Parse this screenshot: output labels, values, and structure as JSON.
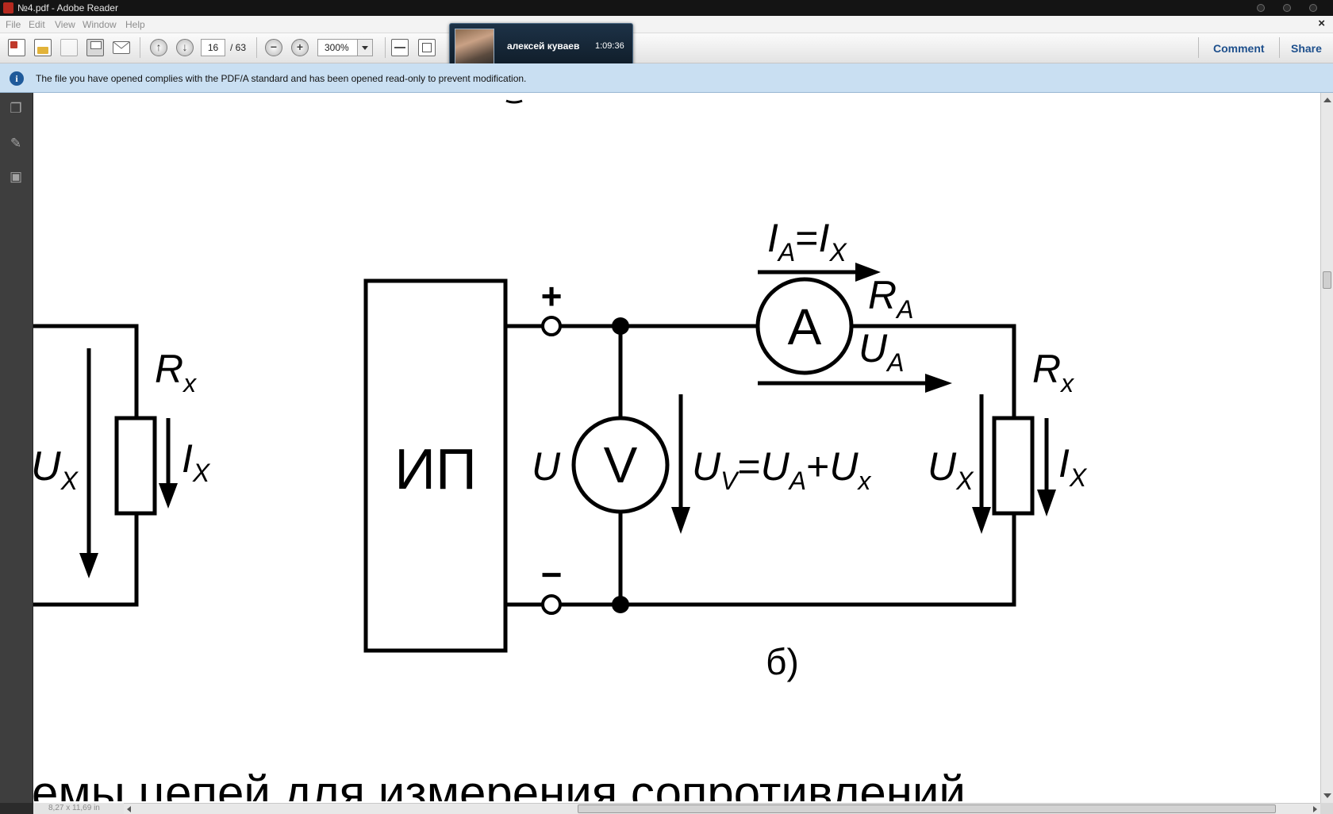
{
  "window": {
    "title": "№4.pdf - Adobe Reader"
  },
  "menu": [
    "File",
    "Edit",
    "View",
    "Window",
    "Help"
  ],
  "close_doc": "×",
  "toolbar": {
    "page_current": "16",
    "page_total": "/ 63",
    "zoom": "300%",
    "comment": "Comment",
    "share": "Share"
  },
  "notification": {
    "name": "алексей куваев",
    "time": "1:09:36"
  },
  "info_bar": {
    "icon": "info-icon",
    "text": "The file you have opened complies with the PDF/A standard and has been opened read-only to prevent modification."
  },
  "document": {
    "left_circuit": {
      "rx": "R",
      "rx_sub": "x",
      "ux": "U",
      "ux_sub": "X",
      "ix": "I",
      "ix_sub": "X"
    },
    "circuit_b": {
      "source": "ИП",
      "plus": "+",
      "minus": "−",
      "voltmeter": "V",
      "ammeter": "A",
      "u": "U",
      "ia": "I",
      "ia_sub": "A",
      "eq": "=",
      "ix": "I",
      "ix_sub": "X",
      "ra": "R",
      "ra_sub": "A",
      "ua": "U",
      "ua_sub": "A",
      "rx": "R",
      "rx_sub": "x",
      "uv": "U",
      "uv_sub": "V",
      "uv_eq": "=",
      "uv_ua": "U",
      "uv_ua_sub": "A",
      "uv_plus": "+",
      "uv_ux": "U",
      "uv_ux_sub": "x",
      "ux": "U",
      "ux_sub": "X",
      "ix2": "I",
      "ix2_sub": "X",
      "caption": "б)"
    },
    "bottom_text": "емы цепей для измерения сопротивлений"
  },
  "status": {
    "page_size": "8,27 x 11,69 in"
  }
}
